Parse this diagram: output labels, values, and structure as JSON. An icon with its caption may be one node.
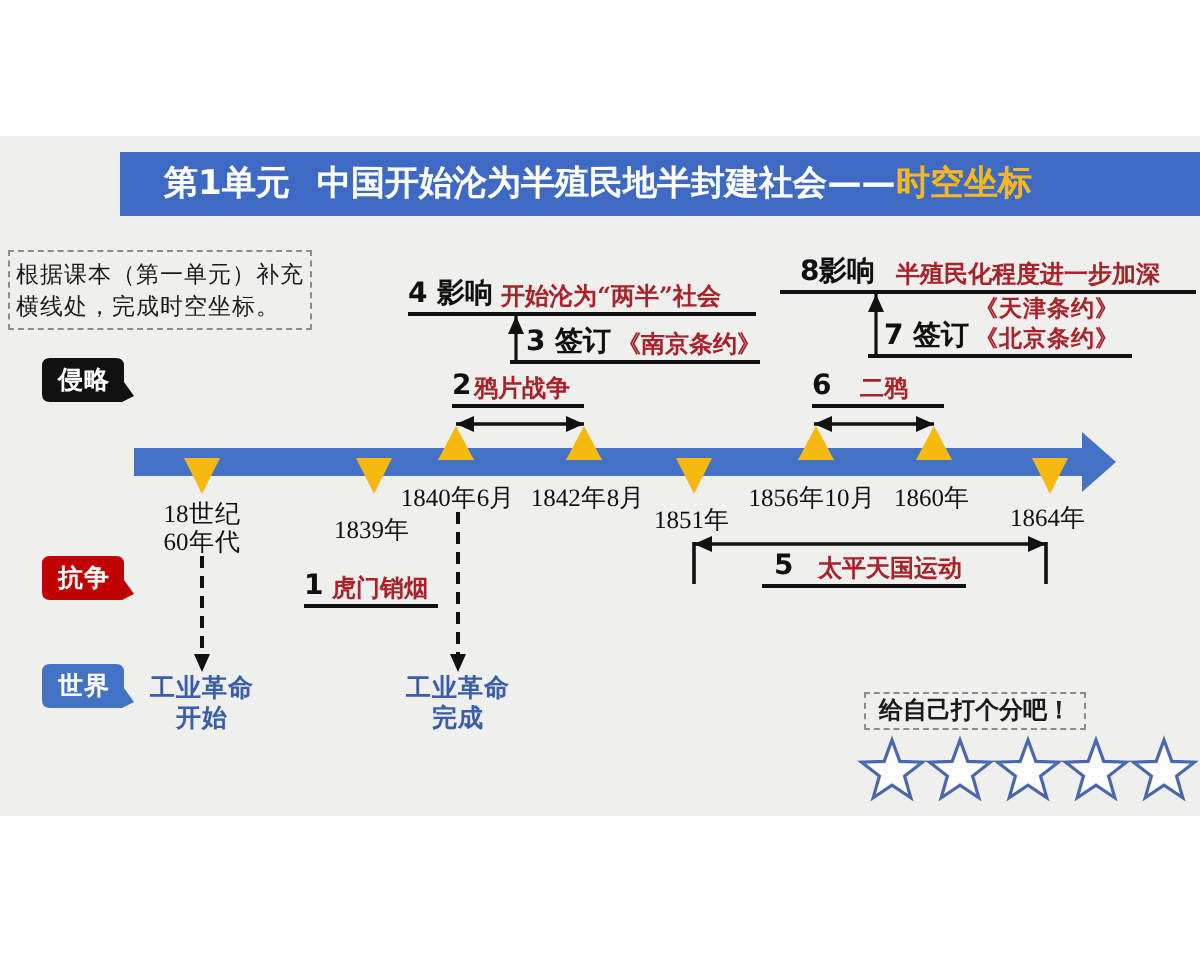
{
  "diagram": {
    "title": "第1单元 中国开始沦为半殖民地半封建社会——**时空坐标**",
    "nodes": [
      {
        "text": [
          "根据课本（第一单元）补充横线处，完成时空坐标。"
        ]
      },
      {
        "text": [
          "4 影响",
          "开始沦为“两半”社会"
        ]
      },
      {
        "text": [
          "8影响",
          "半殖民化程度进一步加深"
        ]
      },
      {
        "text": [
          "3 签订",
          "《南京条约》"
        ]
      },
      {
        "text": [
          "7 签订",
          "《天津条约》《北京条约》"
        ]
      },
      {
        "text": [
          "侵略"
        ]
      },
      {
        "text": [
          "18世纪60年代"
        ]
      },
      {
        "text": [
          "1840年6月"
        ]
      },
      {
        "text": [
          "抗争"
        ]
      },
      {
        "text": [
          "世界"
        ]
      },
      {
        "text": [
          "工业革命开始"
        ]
      },
      {
        "text": [
          "工业革命完成"
        ]
      },
      {
        "text": [
          "给自己打个分吧！"
        ]
      }
    ],
    "edges": [
      {
        "from": 3,
        "to": 1,
        "arrow": "to"
      },
      {
        "from": 4,
        "to": 2,
        "arrow": "to"
      },
      {
        "from": 6,
        "to": 10,
        "arrow": "to",
        "style": "dashed"
      },
      {
        "from": 7,
        "to": 11,
        "arrow": "to",
        "style": "dashed"
      }
    ],
    "labels": [
      "2",
      "鸦片战争",
      "6",
      "二鸦",
      "1842年8月",
      "1856年10月",
      "1860年",
      "1839年",
      "1851年",
      "1864年",
      "1",
      "虎门销烟",
      "5",
      "太平天国运动"
    ]
  }
}
